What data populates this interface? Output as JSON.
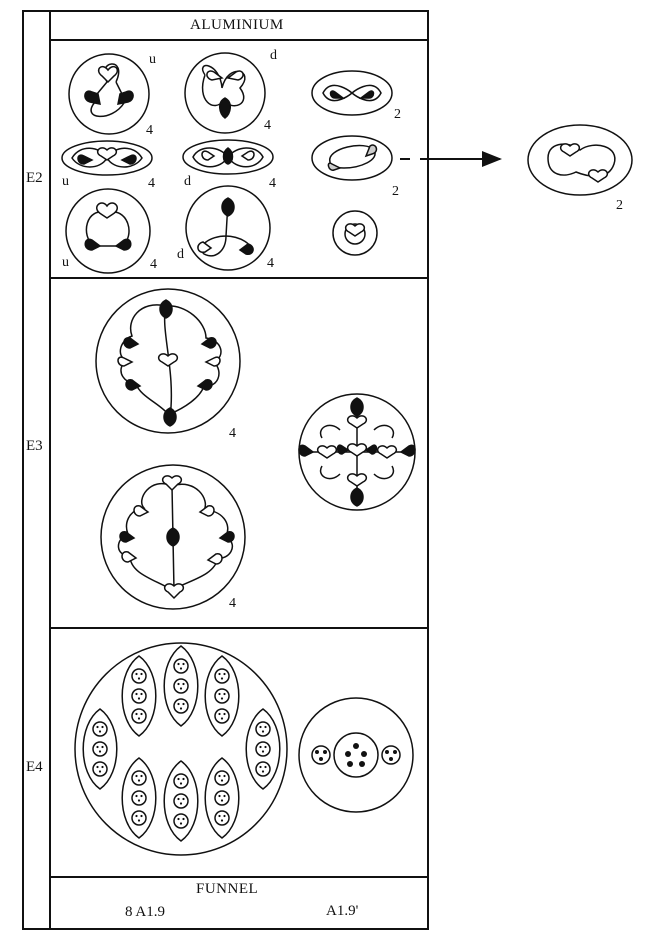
{
  "header": {
    "title": "ALUMINIUM"
  },
  "rows": {
    "e2": "E2",
    "e3": "E3",
    "e4": "E4"
  },
  "e2_marks": {
    "r1c1_letter": "u",
    "r1c1_count": "4",
    "r1c2_letter": "d",
    "r1c2_count": "4",
    "r1c3_count": "2",
    "r2c1_letter": "u",
    "r2c1_count": "4",
    "r2c2_letter": "d",
    "r2c2_count": "4",
    "r2c3_count": "2",
    "r3c1_letter": "u",
    "r3c1_count": "4",
    "r3c2_letter": "d",
    "r3c2_count": "4",
    "outside_count": "2"
  },
  "e3_marks": {
    "top_count": "4",
    "bottom_count": "4"
  },
  "footer": {
    "title": "FUNNEL",
    "left_label": "8 A1.9",
    "right_label": "A1.9'"
  }
}
